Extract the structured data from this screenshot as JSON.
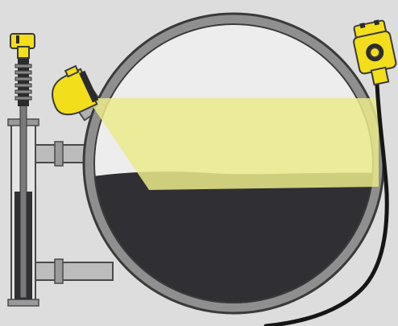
{
  "diagram": {
    "subject": "vessel-level-measurement",
    "colors": {
      "background": "#dddddd",
      "vessel_fill": "#ededed",
      "vessel_wall": "#8f8f8f",
      "vessel_outline": "#3a3a3a",
      "liquid": "#2f2f34",
      "beam": "#eaea8a",
      "sensor_yellow": "#f3de1c",
      "sensor_dark": "#2b2b2b",
      "cable": "#161616",
      "bypass_pipe": "#bcbcbc"
    },
    "components": {
      "vessel": {
        "shape": "spherical",
        "state": "partially-filled"
      },
      "liquid": {
        "fill_level_fraction": 0.46
      },
      "radar_sensor": {
        "icon": "radar-sensor-icon",
        "beam": "on"
      },
      "guided_wave_sensor": {
        "icon": "guided-wave-radar-icon",
        "probe": "cable"
      },
      "bypass_sensor": {
        "icon": "bypass-level-sensor-icon",
        "chamber": "external"
      }
    }
  }
}
